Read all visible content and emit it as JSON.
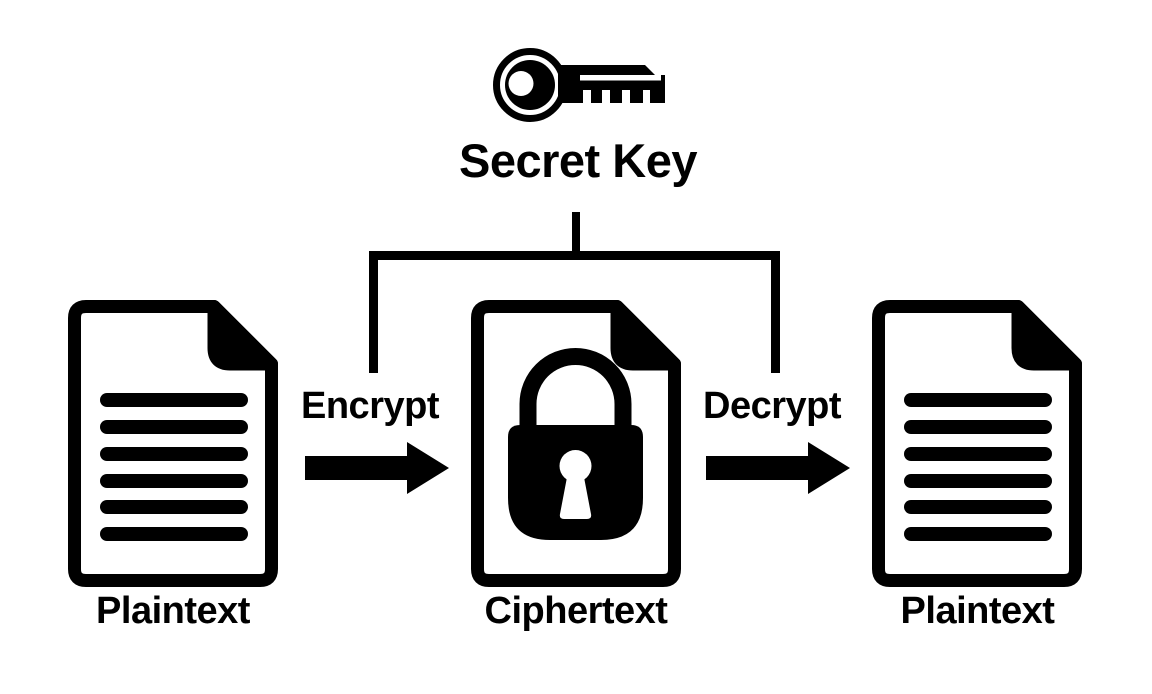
{
  "colors": {
    "fg": "#000000",
    "bg": "#ffffff"
  },
  "diagram": {
    "type": "flow-diagram",
    "topic": "symmetric key encryption",
    "key": {
      "label": "Secret Key",
      "icon": "key-icon"
    },
    "nodes": [
      {
        "label": "Plaintext",
        "icon": "document-icon"
      },
      {
        "label": "Ciphertext",
        "icon": "locked-document-icon"
      },
      {
        "label": "Plaintext",
        "icon": "document-icon"
      }
    ],
    "operations": [
      {
        "label": "Encrypt",
        "icon": "arrow-right-icon",
        "from": "Plaintext",
        "to": "Ciphertext"
      },
      {
        "label": "Decrypt",
        "icon": "arrow-right-icon",
        "from": "Ciphertext",
        "to": "Plaintext"
      }
    ]
  }
}
